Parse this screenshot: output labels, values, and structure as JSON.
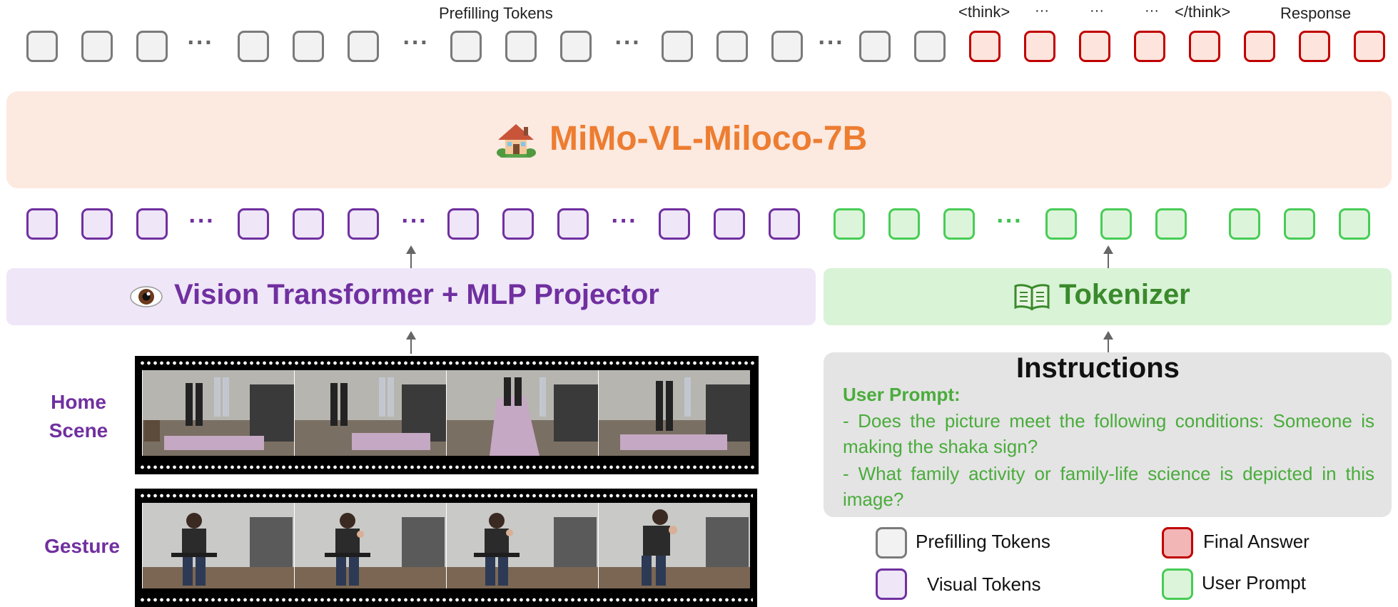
{
  "top_labels": {
    "prefilling": "Prefilling Tokens",
    "think_open": "<think>",
    "think_dots_1": "···",
    "think_dots_2": "···",
    "think_dots_3": "···",
    "think_close": "</think>",
    "response": "Response"
  },
  "model": {
    "icon": "house-icon",
    "title": "MiMo-VL-Miloco-7B"
  },
  "vision": {
    "icon": "eye-icon",
    "title": "Vision Transformer + MLP Projector"
  },
  "tokenizer": {
    "icon": "book-icon",
    "title": "Tokenizer"
  },
  "scenes": {
    "home": "Home\nScene",
    "gesture": "Gesture"
  },
  "instructions": {
    "title": "Instructions",
    "user_prompt_label": "User Prompt:",
    "prompts": [
      "- Does the picture meet the following conditions: Someone is making the shaka sign?",
      "- What family activity or family-life science is depicted in this image?"
    ]
  },
  "legend": {
    "prefilling": "Prefilling Tokens",
    "final_answer": "Final Answer",
    "visual": "Visual Tokens",
    "user_prompt": "User Prompt"
  },
  "colors": {
    "prefilling": "#7a7a7a",
    "final_answer": "#c00000",
    "visual": "#7030a0",
    "user_prompt": "#48cc56",
    "model_band": "#fce9e0",
    "vision_band": "#efe6f8",
    "tokenizer_band": "#d9f3d6",
    "model_text": "#ed7d31",
    "vision_text": "#7030a0",
    "tokenizer_text": "#3a8a2c"
  }
}
